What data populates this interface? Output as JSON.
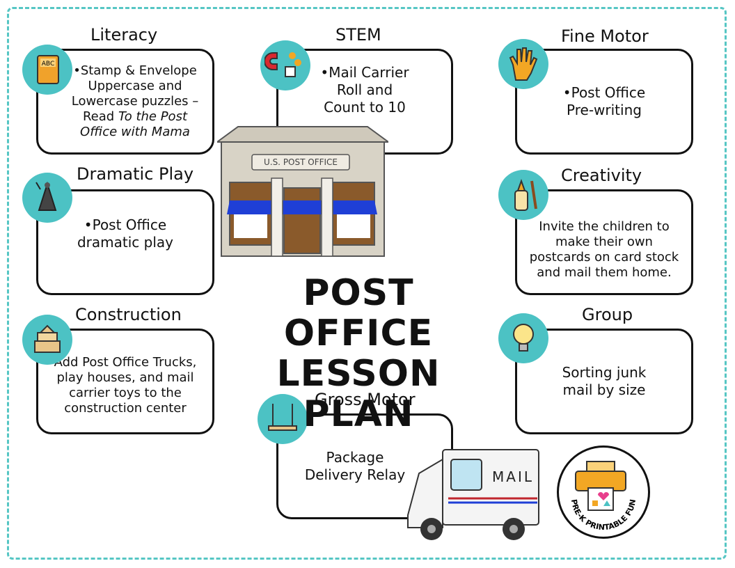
{
  "main_title": {
    "line1": "POST OFFICE",
    "line2": "LESSON PLAN"
  },
  "sections": {
    "literacy": {
      "title": "Literacy",
      "body": "•Stamp & Envelope Uppercase and Lowercase puzzles –Read ",
      "book_title": "To the Post Office with Mama",
      "icon": "book-abc-icon"
    },
    "stem": {
      "title": "STEM",
      "body": "•Mail Carrier\nRoll and\nCount to 10",
      "icon": "magnet-dice-icon"
    },
    "fine_motor": {
      "title": "Fine Motor",
      "body": "•Post Office\nPre-writing",
      "icon": "hand-icon"
    },
    "dramatic_play": {
      "title": "Dramatic Play",
      "body": "•Post Office\ndramatic play",
      "icon": "cape-wand-icon"
    },
    "creativity": {
      "title": "Creativity",
      "body": "Invite the children to make their own postcards on card stock and mail them home.",
      "icon": "glue-paintbrush-icon"
    },
    "construction": {
      "title": "Construction",
      "body": "Add Post Office Trucks, play houses, and mail carrier toys to the construction center",
      "icon": "blocks-icon"
    },
    "group": {
      "title": "Group",
      "body": "Sorting junk\nmail by size",
      "icon": "lightbulb-icon"
    },
    "gross_motor": {
      "title": "Gross Motor",
      "body": "Package\nDelivery Relay",
      "icon": "swing-icon"
    }
  },
  "post_office_sign": "U.S. POST OFFICE",
  "truck_label": "MAIL",
  "logo_text": "PRE-K PRINTABLE FUN",
  "colors": {
    "accent": "#4cc2c4",
    "border": "#56c6c4",
    "awning": "#1f3fd6"
  }
}
